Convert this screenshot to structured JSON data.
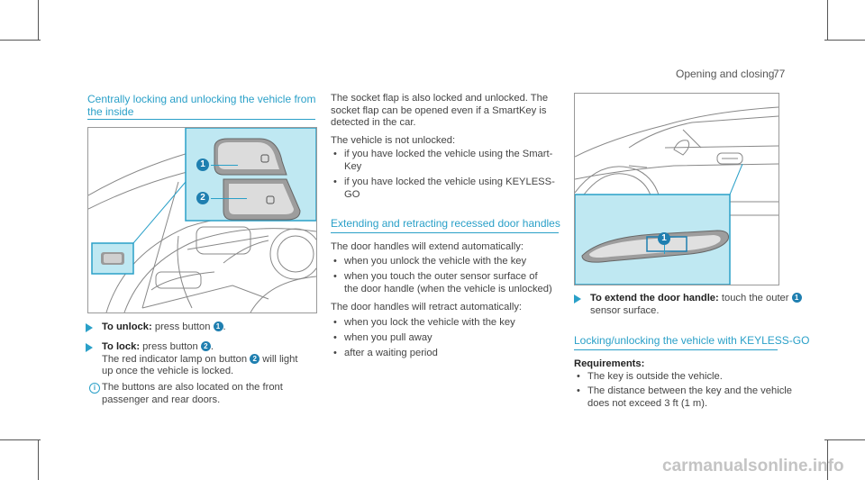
{
  "header": {
    "section": "Opening and closing",
    "page": "77"
  },
  "left": {
    "heading_line1": "Centrally locking and unlocking the vehicle from",
    "heading_line2": "the inside",
    "unlock_label": "To unlock:",
    "unlock_text": " press button ",
    "unlock_num": "1",
    "unlock_end": ".",
    "lock_label": "To lock:",
    "lock_text": " press button ",
    "lock_num": "2",
    "lock_end": ".",
    "lock_line2a": "The red indicator lamp on button ",
    "lock_line2_num": "2",
    "lock_line2b": " will light",
    "lock_line3": "up once the vehicle is locked.",
    "note_line1": "The buttons are also located on the front",
    "note_line2": "passenger and rear doors.",
    "figure_callouts": [
      "1",
      "2"
    ]
  },
  "middle": {
    "p1_l1": "The socket flap is also locked and unlocked. The",
    "p1_l2": "socket flap can be opened even if a SmartKey is",
    "p1_l3": "detected in the car.",
    "p2": "The vehicle is not unlocked:",
    "b1_l1": "if you have locked the vehicle using the Smart-",
    "b1_l2": "Key",
    "b2_l1": "if you have locked the vehicle using KEYLESS-",
    "b2_l2": "GO",
    "heading2": "Extending and retracting recessed door handles",
    "p3": "The door handles will extend automatically:",
    "b3": "when you unlock the vehicle with the key",
    "b4_l1": "when you touch the outer sensor surface of",
    "b4_l2": "the door handle (when the vehicle is unlocked)",
    "p4": "The door handles will retract automatically:",
    "b5": "when you lock the vehicle with the key",
    "b6": "when you pull away",
    "b7": "after a waiting period"
  },
  "right": {
    "figure_callout": "1",
    "extend_label": "To extend the door handle:",
    "extend_text": " touch the outer ",
    "extend_num": "1",
    "extend_line2": "sensor surface.",
    "heading3": "Locking/unlocking the vehicle with KEYLESS-GO",
    "req_label": "Requirements:",
    "r1": "The key is outside the vehicle.",
    "r2_l1": "The distance between the key and the vehicle",
    "r2_l2": "does not exceed 3 ft (1 m)."
  },
  "watermark": "carmanualsonline.info"
}
